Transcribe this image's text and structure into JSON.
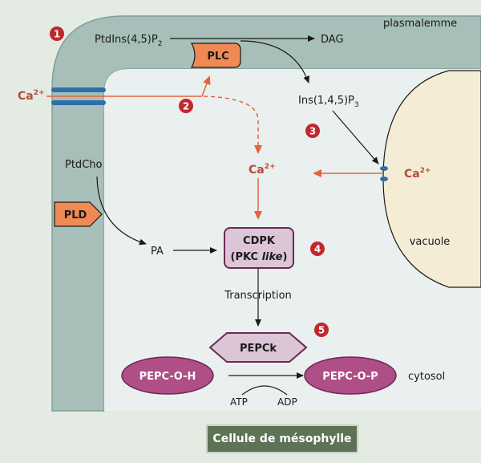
{
  "colors": {
    "page_background": "#e3ebe2",
    "membrane": "#a7bfb8",
    "membrane_edge": "#7f9f99",
    "cytosol": "#eaf0ef",
    "vacuole": "#f5ecd6",
    "enzyme_orange": "#ef8a55",
    "calcium_arrow": "#e8623a",
    "calcium_text": "#b74a3c",
    "step_badge": "#c1272d",
    "kinase_box": "#dcc5d6",
    "kinase_border": "#6b2a53",
    "pepc_ellipse": "#b04e86",
    "channel_blue": "#2e6fa7",
    "caption_bg": "#5d7355"
  },
  "labels": {
    "plasmalemme": "plasmalemme",
    "ptdins": "PtdIns(4,5)P",
    "ptdins_sub": "2",
    "dag": "DAG",
    "plc": "PLC",
    "ca_left": "Ca",
    "ca_left_sup": "2+",
    "ins": "Ins(1,4,5)P",
    "ins_sub": "3",
    "ptdcho": "PtdCho",
    "pld": "PLD",
    "pa": "PA",
    "ca_center": "Ca",
    "ca_center_sup": "2+",
    "ca_right": "Ca",
    "ca_right_sup": "2+",
    "cdpk_line1": "CDPK",
    "cdpk_line2_a": "(PKC ",
    "cdpk_line2_b": "like",
    "cdpk_line2_c": ")",
    "transcription": "Transcription",
    "pepck": "PEPCk",
    "pepc_oh": "PEPC-O-H",
    "pepc_op": "PEPC-O-P",
    "atp": "ATP",
    "adp": "ADP",
    "vacuole": "vacuole",
    "cytosol": "cytosol",
    "caption": "Cellule de mésophylle"
  },
  "steps": [
    "1",
    "2",
    "3",
    "4",
    "5"
  ]
}
